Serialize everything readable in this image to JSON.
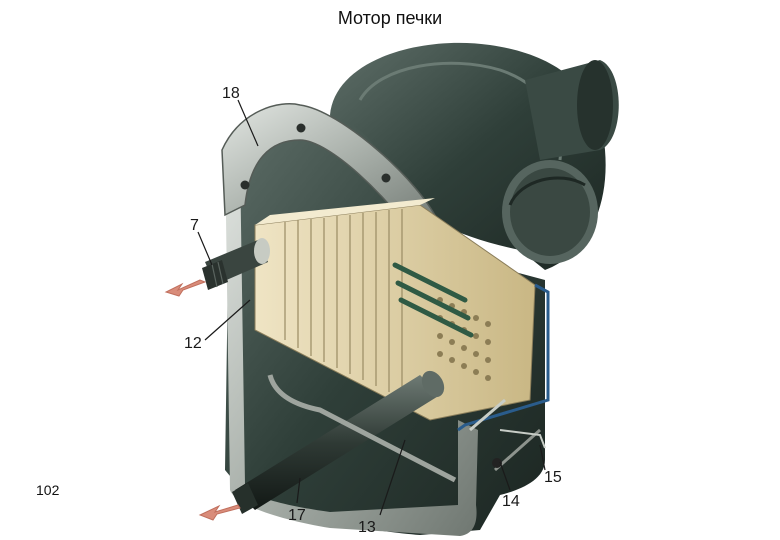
{
  "title": "Мотор печки",
  "page_number": "102",
  "callouts": [
    {
      "label": "18",
      "part": "flange"
    },
    {
      "label": "7",
      "part": "outlet-pipe"
    },
    {
      "label": "12",
      "part": "radiator"
    },
    {
      "label": "17",
      "part": "inlet-pipe"
    },
    {
      "label": "13",
      "part": "housing"
    },
    {
      "label": "14",
      "part": "valve"
    },
    {
      "label": "15",
      "part": "spring"
    }
  ],
  "colors": {
    "housing": "#2f3f39",
    "metal": "#b7bdb7",
    "radiator": "#d8c9a0",
    "arrow": "#d98c7a",
    "accent": "#2a5c8c"
  }
}
